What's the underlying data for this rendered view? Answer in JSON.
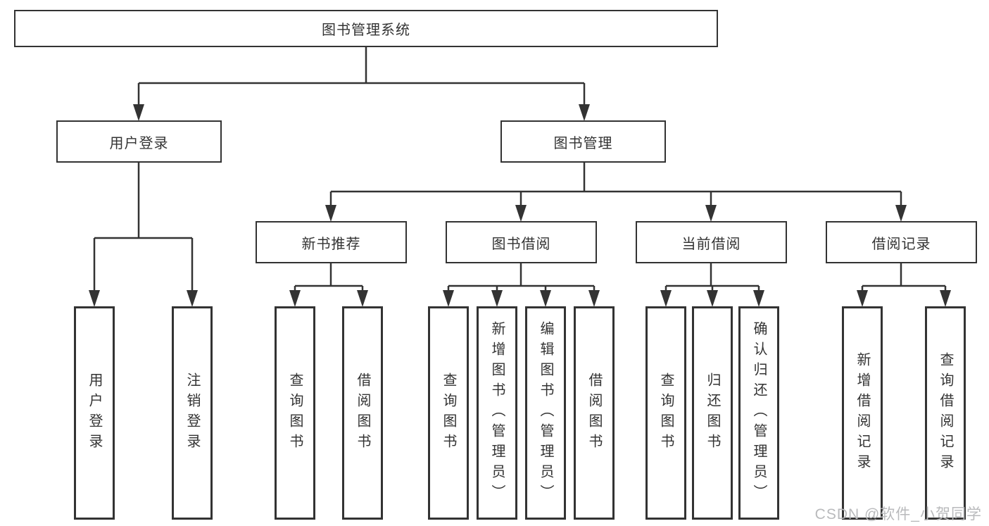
{
  "diagram": {
    "title_note": "library management system function structure diagram",
    "root": {
      "label": "图书管理系统"
    },
    "level2": [
      {
        "label": "用户登录"
      },
      {
        "label": "图书管理"
      }
    ],
    "level3": [
      {
        "label": "新书推荐"
      },
      {
        "label": "图书借阅"
      },
      {
        "label": "当前借阅"
      },
      {
        "label": "借阅记录"
      }
    ],
    "leaves": [
      {
        "label": "用户登录",
        "parent": "用户登录"
      },
      {
        "label": "注销登录",
        "parent": "用户登录"
      },
      {
        "label": "查询图书",
        "parent": "新书推荐"
      },
      {
        "label": "借阅图书",
        "parent": "新书推荐"
      },
      {
        "label": "查询图书",
        "parent": "图书借阅"
      },
      {
        "label": "新增图书（管理员）",
        "parent": "图书借阅"
      },
      {
        "label": "编辑图书（管理员）",
        "parent": "图书借阅"
      },
      {
        "label": "借阅图书",
        "parent": "图书借阅"
      },
      {
        "label": "查询图书",
        "parent": "当前借阅"
      },
      {
        "label": "归还图书",
        "parent": "当前借阅"
      },
      {
        "label": "确认归还（管理员）",
        "parent": "当前借阅"
      },
      {
        "label": "新增借阅记录",
        "parent": "借阅记录"
      },
      {
        "label": "查询借阅记录",
        "parent": "借阅记录"
      }
    ],
    "watermark": "CSDN @软件_小贺同学",
    "colors": {
      "line": "#333333",
      "text": "#333333",
      "background": "#ffffff",
      "watermark": "#b9babc"
    }
  }
}
